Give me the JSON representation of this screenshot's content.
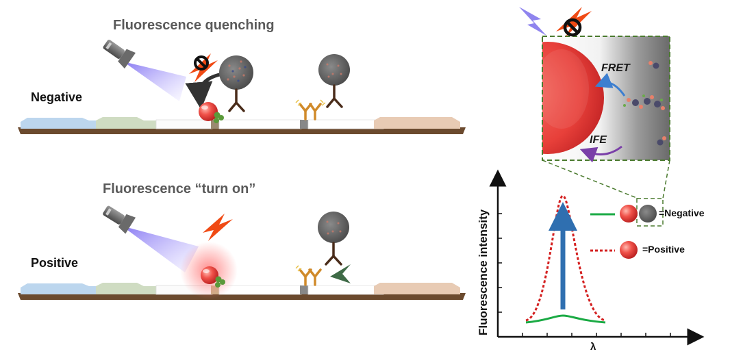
{
  "panel_top": {
    "title": "Fluorescence quenching",
    "label": "Negative"
  },
  "panel_bottom": {
    "title": "Fluorescence “turn on”",
    "label": "Positive"
  },
  "zoom_inset": {
    "fret_label": "FRET",
    "ife_label": "IFE"
  },
  "spectrum_plot": {
    "y_axis_label": "Fluorescence intensity",
    "x_axis_label": "λ",
    "legend": {
      "negative_label": "=Negative",
      "positive_label": "=Positive"
    },
    "negative_curve_color": "#1aaa44",
    "positive_curve_color": "#d42020",
    "arrow_color": "#2f6fb0"
  },
  "colors": {
    "light_beam": "#8f84ee",
    "quantum_dot": "#e53a36",
    "lightning": "#f04a14",
    "prohibit": "#e02010",
    "strip_base": "#6b4a2e",
    "sample_pad": "#bcd6ee",
    "conjugate_pad": "#cfdcc2",
    "absorbent_pad": "#e8cbb4",
    "inset_border": "#4a7a2e"
  },
  "icons": [
    "flashlight-icon",
    "lightning-icon",
    "prohibit-icon",
    "antibody-icon",
    "nanoparticle-icon",
    "antigen-icon",
    "quantum-dot-icon"
  ]
}
